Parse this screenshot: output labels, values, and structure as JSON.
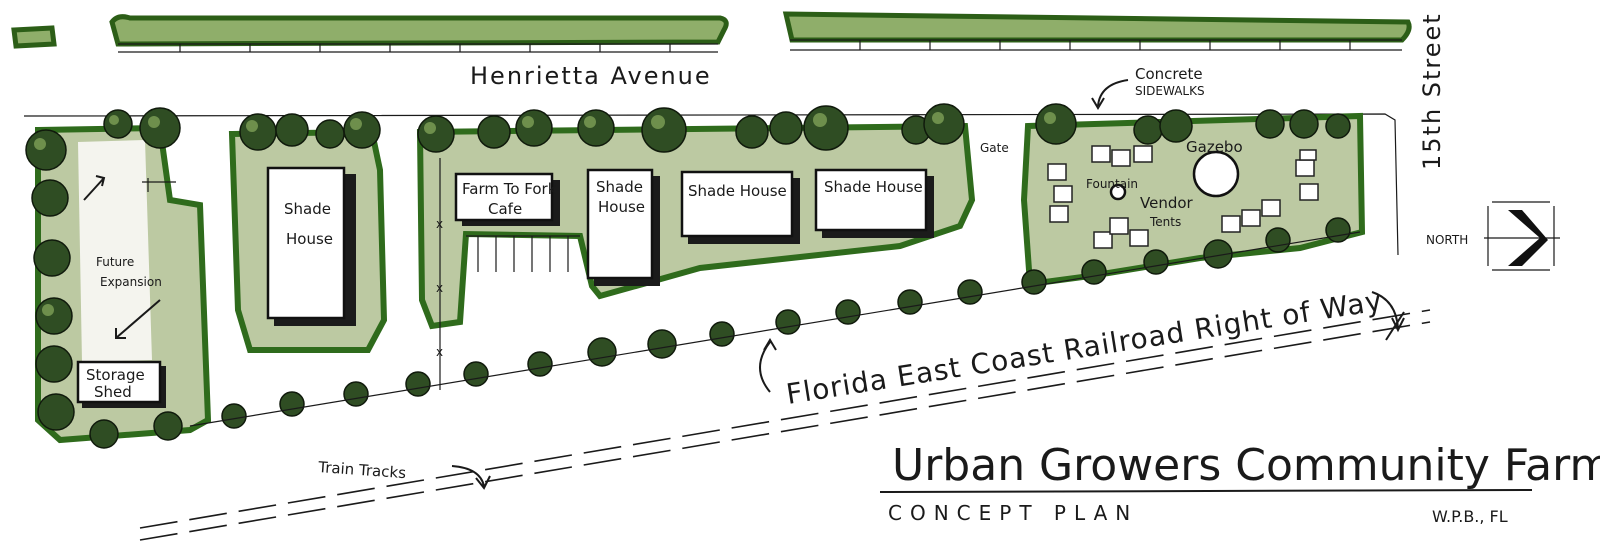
{
  "plan": {
    "title": "Urban Growers Community Farm",
    "subtitle": "CONCEPT PLAN",
    "city": "W.P.B., FL"
  },
  "streets": {
    "henrietta": "Henrietta Avenue",
    "fifteenth": "15th Street"
  },
  "railroad": {
    "right_of_way": "Florida East Coast Railroad Right of Way",
    "tracks": "Train Tracks"
  },
  "labels": {
    "concrete_sidewalks": [
      "Concrete",
      "SIDEWALKS"
    ],
    "north": "NORTH",
    "gate": "Gate",
    "future_expansion": [
      "Future",
      "Expansion"
    ],
    "storage_shed": [
      "Storage",
      "Shed"
    ],
    "shade_house_1": [
      "Shade",
      "House"
    ],
    "farm_to_fork_cafe": [
      "Farm To Fork",
      "Cafe"
    ],
    "shade_house_2": [
      "Shade",
      "House"
    ],
    "shade_house_3": "Shade House",
    "shade_house_4": "Shade House",
    "gazebo": "Gazebo",
    "vendor_tents": [
      "Vendor",
      "Tents"
    ],
    "fountain": "Fountain"
  },
  "colors": {
    "planting_fill": "#bcc9a2",
    "planting_edge": "#2f6b1c",
    "tree": "#2f4d23"
  }
}
